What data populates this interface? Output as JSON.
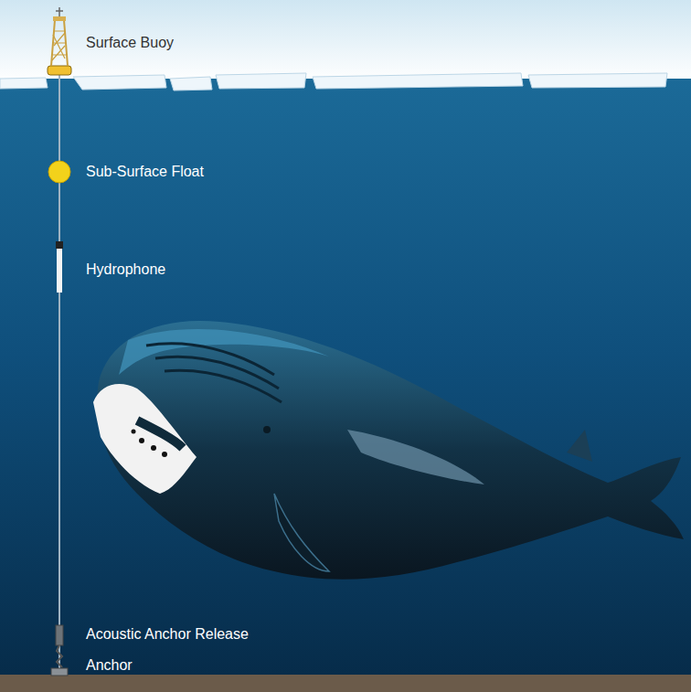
{
  "diagram": {
    "labels": [
      "Surface Buoy",
      "Sub-Surface Float",
      "Hydrophone",
      "Acoustic Anchor Release",
      "Anchor"
    ]
  }
}
